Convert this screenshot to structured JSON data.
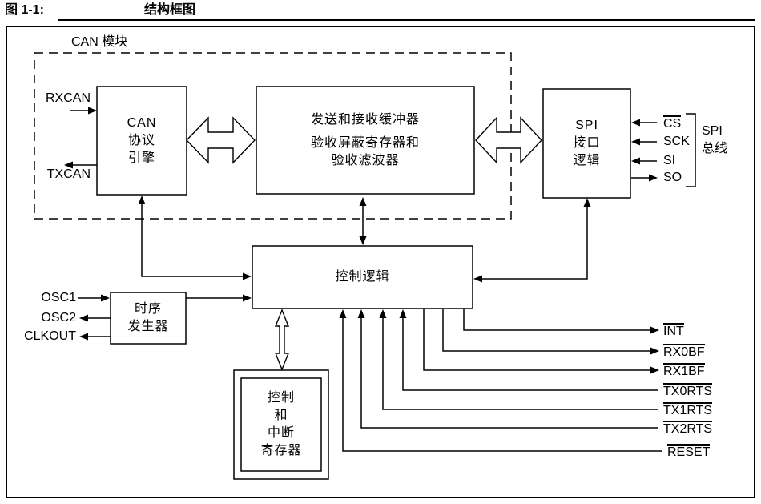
{
  "figure": {
    "label": "图 1-1:",
    "title": "结构框图"
  },
  "can_module": {
    "label": "CAN 模块"
  },
  "blocks": {
    "can_engine": {
      "lines": [
        "CAN",
        "协议",
        "引擎"
      ]
    },
    "buffers": {
      "lines": [
        "发送和接收缓冲器",
        "验收屏蔽寄存器和",
        "验收滤波器"
      ]
    },
    "spi_logic": {
      "lines": [
        "SPI",
        "接口",
        "逻辑"
      ]
    },
    "control_logic": {
      "label": "控制逻辑"
    },
    "timing_generator": {
      "lines": [
        "时序",
        "发生器"
      ]
    },
    "control_interrupt_registers": {
      "lines": [
        "控制",
        "和",
        "中断",
        "寄存器"
      ]
    }
  },
  "pins": {
    "rxcan": "RXCAN",
    "txcan": "TXCAN",
    "osc1": "OSC1",
    "osc2": "OSC2",
    "clkout": "CLKOUT",
    "cs": "CS",
    "sck": "SCK",
    "si": "SI",
    "so": "SO",
    "spi_bus": [
      "SPI",
      "总线"
    ],
    "int": "INT",
    "rx0bf": "RX0BF",
    "rx1bf": "RX1BF",
    "tx0rts": "TX0RTS",
    "tx1rts": "TX1RTS",
    "tx2rts": "TX2RTS",
    "reset": "RESET"
  },
  "colors": {
    "line": "#000000",
    "background": "#ffffff"
  }
}
